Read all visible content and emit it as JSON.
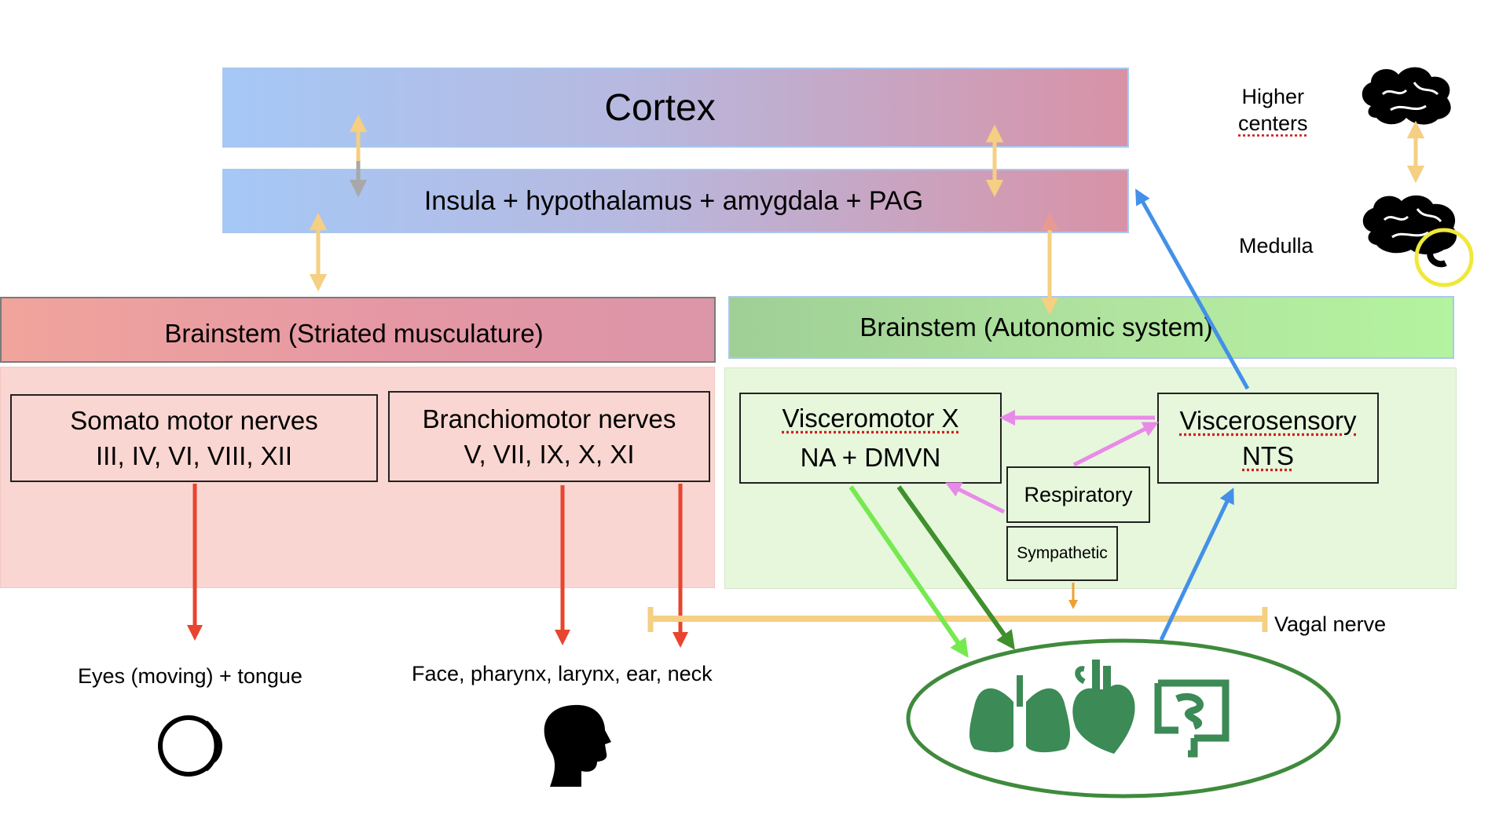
{
  "blocks": {
    "cortex": "Cortex",
    "insula": "Insula + hypothalamus + amygdala + PAG",
    "brainstem_striated": "Brainstem (Striated musculature)",
    "brainstem_autonomic": "Brainstem (Autonomic system)"
  },
  "nerves": {
    "somato": {
      "line1": "Somato motor nerves",
      "line2": "III, IV, VI, VIII, XII"
    },
    "branchio": {
      "line1": "Branchiomotor nerves",
      "line2": "V, VII, IX, X, XI"
    },
    "visceromotor": {
      "line1": "Visceromotor X",
      "line2": "NA + DMVN"
    },
    "viscerosensory": {
      "line1": "Viscerosensory",
      "line2": "NTS"
    },
    "respiratory": "Respiratory",
    "sympathetic": "Sympathetic"
  },
  "targets": {
    "eyes": "Eyes (moving) + tongue",
    "face": "Face, pharynx, larynx, ear, neck"
  },
  "legend": {
    "higher_line1": "Higher",
    "higher_line2": "centers",
    "medulla": "Medulla"
  },
  "vagal_nerve": "Vagal nerve",
  "colors": {
    "efferent_red": "#e8442e",
    "bidirectional_yellow": "#f5cf82",
    "afferent_blue": "#4390e8",
    "respiratory_pink": "#e98ae8",
    "visceral_green_light": "#76e94f",
    "visceral_green_dark": "#3f8f2c",
    "organ_green": "#3c8a55",
    "sympathetic_orange": "#f0a030",
    "medulla_highlight": "#f0e83a"
  },
  "icons": [
    "brain-icon",
    "brain-medulla-icon",
    "eye-icon",
    "head-silhouette-icon",
    "lungs-icon",
    "heart-icon",
    "intestine-icon"
  ]
}
